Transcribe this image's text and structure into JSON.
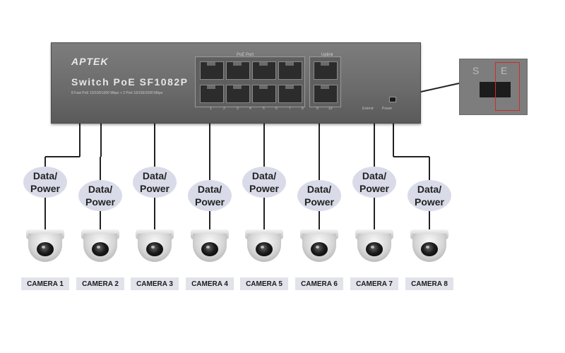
{
  "switch": {
    "brand": "APTEK",
    "model": "Switch PoE SF1082P",
    "specs": "8 Fast PoE 10/100/1000 Mbps + 2 Port 10/100/1000 Mbps",
    "poe_port_label": "PoE Port",
    "uplink_label": "Uplink",
    "port_numbers": [
      "1",
      "2",
      "3",
      "4",
      "5",
      "6",
      "7",
      "8",
      "9",
      "10"
    ],
    "extend_label": "Extend",
    "power_label": "Power"
  },
  "inset": {
    "left_mark": "S",
    "right_mark": "E",
    "highlight_color": "#d12b2b"
  },
  "connections": [
    {
      "label": "Data/\nPower",
      "camera": "CAMERA 1"
    },
    {
      "label": "Data/\nPower",
      "camera": "CAMERA 2"
    },
    {
      "label": "Data/\nPower",
      "camera": "CAMERA 3"
    },
    {
      "label": "Data/\nPower",
      "camera": "CAMERA 4"
    },
    {
      "label": "Data/\nPower",
      "camera": "CAMERA 5"
    },
    {
      "label": "Data/\nPower",
      "camera": "CAMERA 6"
    },
    {
      "label": "Data/\nPower",
      "camera": "CAMERA 7"
    },
    {
      "label": "Data/\nPower",
      "camera": "CAMERA 8"
    }
  ],
  "colors": {
    "bubble": "#d9dbe9",
    "label_bg": "#e1e2ea",
    "switch_body": "#6e6e6e"
  }
}
